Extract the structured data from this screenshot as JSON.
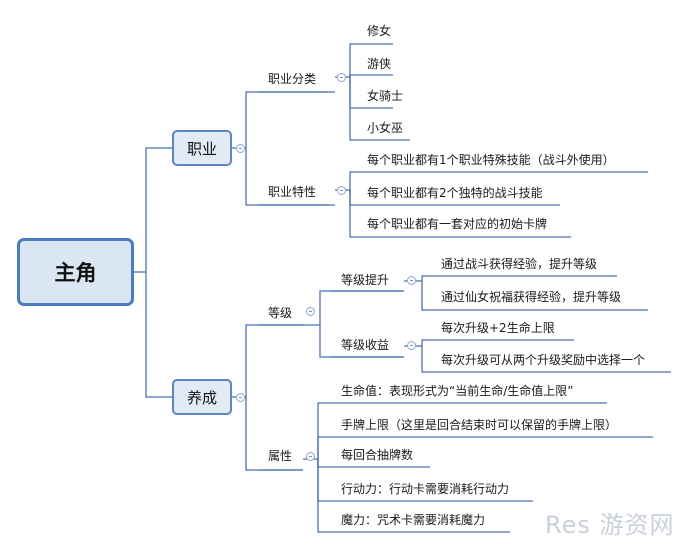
{
  "root": {
    "label": "主角"
  },
  "branches": {
    "job": {
      "label": "职业",
      "classes": {
        "label": "职业分类",
        "items": [
          "修女",
          "游侠",
          "女骑士",
          "小女巫"
        ]
      },
      "traits": {
        "label": "职业特性",
        "items": [
          "每个职业都有1个职业特殊技能（战斗外使用）",
          "每个职业都有2个独特的战斗技能",
          "每个职业都有一套对应的初始卡牌"
        ]
      }
    },
    "growth": {
      "label": "养成",
      "level": {
        "label": "等级",
        "up": {
          "label": "等级提升",
          "items": [
            "通过战斗获得经验，提升等级",
            "通过仙女祝福获得经验，提升等级"
          ]
        },
        "gain": {
          "label": "等级收益",
          "items": [
            "每次升级+2生命上限",
            "每次升级可从两个升级奖励中选择一个"
          ]
        }
      },
      "attr": {
        "label": "属性",
        "items": [
          "生命值：表现形式为“当前生命/生命值上限”",
          "手牌上限（这里是回合结束时可以保留的手牌上限）",
          "每回合抽牌数",
          "行动力：行动卡需要消耗行动力",
          "魔力：咒术卡需要消耗魔力"
        ]
      }
    }
  },
  "watermark": "Res 游资网",
  "colors": {
    "connector": "#4a72ad",
    "root_fill": "#dbe6f3",
    "root_border": "#4a7bbd",
    "main_fill": "#e2eaf5"
  }
}
